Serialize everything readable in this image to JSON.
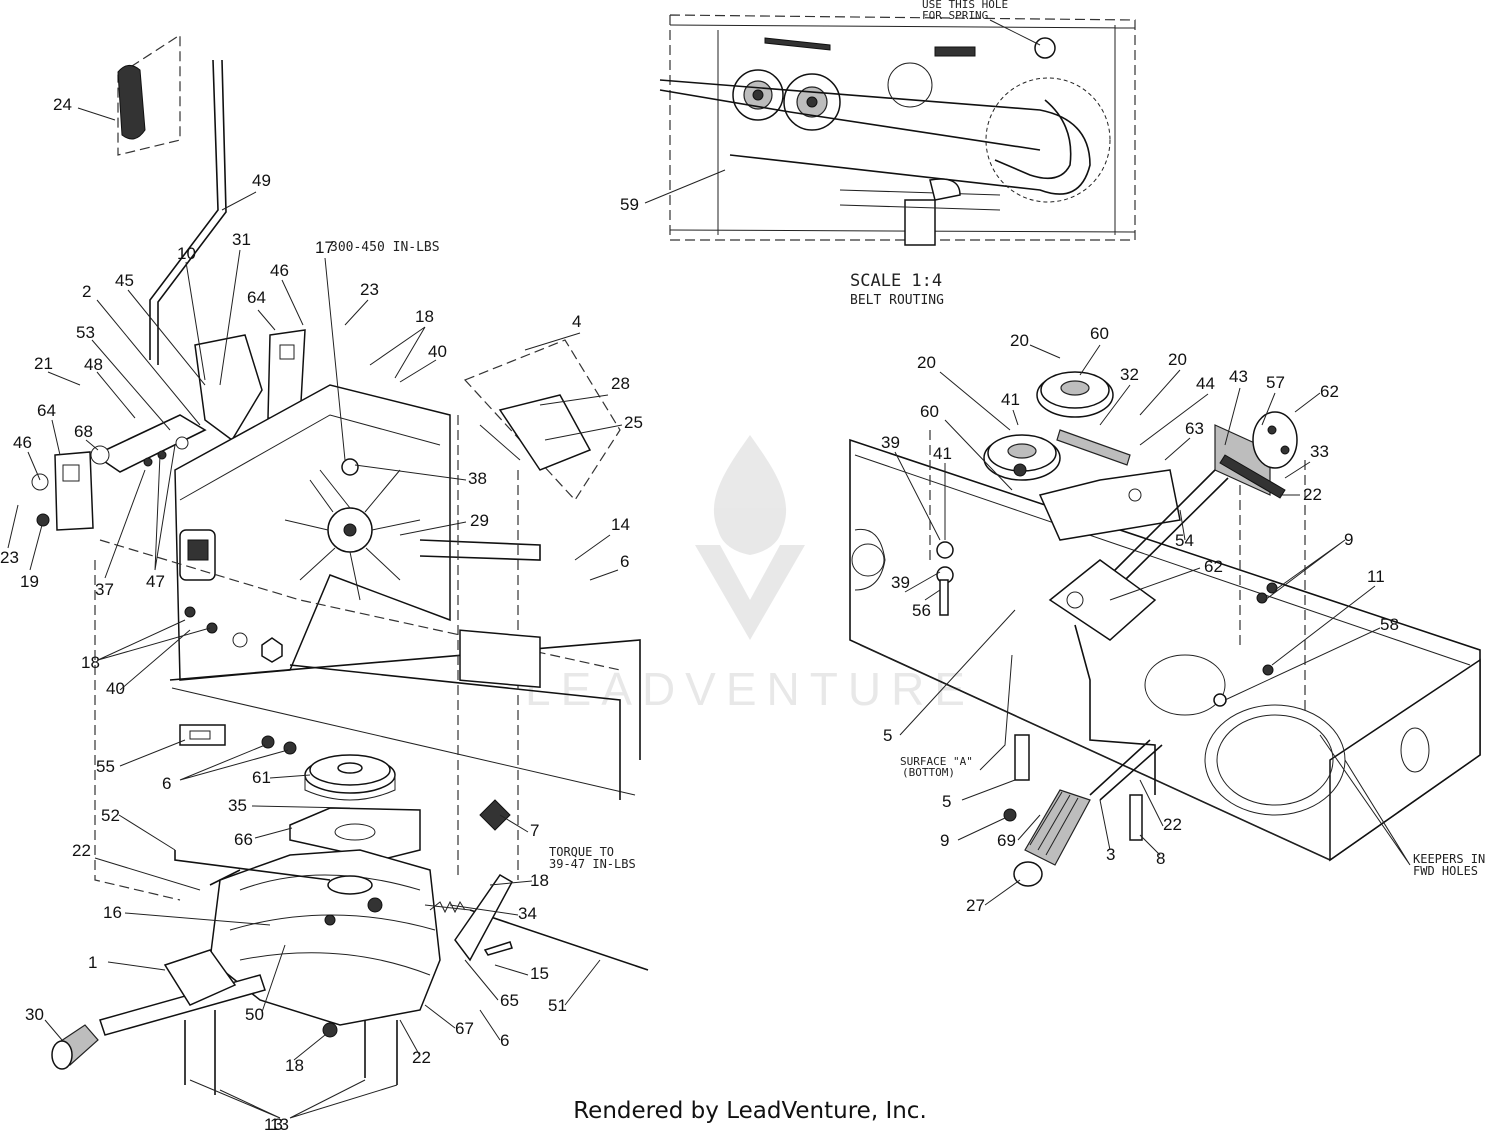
{
  "callouts": [
    "24",
    "49",
    "10",
    "31",
    "2",
    "45",
    "53",
    "21",
    "48",
    "64",
    "68",
    "46",
    "23",
    "19",
    "37",
    "47",
    "17",
    "46",
    "23",
    "64",
    "18",
    "40",
    "38",
    "29",
    "18",
    "40",
    "4",
    "28",
    "25",
    "14",
    "6",
    "55",
    "6",
    "61",
    "35",
    "66",
    "7",
    "52",
    "22",
    "16",
    "18",
    "34",
    "1",
    "15",
    "30",
    "50",
    "67",
    "6",
    "65",
    "51",
    "18",
    "22",
    "13",
    "13",
    "59",
    "20",
    "60",
    "32",
    "20",
    "44",
    "43",
    "57",
    "62",
    "20",
    "41",
    "60",
    "63",
    "33",
    "22",
    "39",
    "41",
    "54",
    "9",
    "39",
    "56",
    "62",
    "11",
    "58",
    "5",
    "5",
    "9",
    "69",
    "3",
    "22",
    "8",
    "27"
  ],
  "notes": {
    "torque_top": "300-450 IN-LBS",
    "use_hole_line1": "USE THIS HOLE",
    "use_hole_line2": "FOR SPRING",
    "scale": "SCALE 1:4",
    "belt_routing": "BELT ROUTING",
    "torque_bottom_line1": "TORQUE TO",
    "torque_bottom_line2": "39-47 IN-LBS",
    "surface_line1": "SURFACE \"A\"",
    "surface_line2": "(BOTTOM)",
    "keepers_line1": "KEEPERS IN",
    "keepers_line2": "FWD HOLES"
  },
  "watermark": "LEADVENTURE",
  "footer": "Rendered by LeadVenture, Inc."
}
